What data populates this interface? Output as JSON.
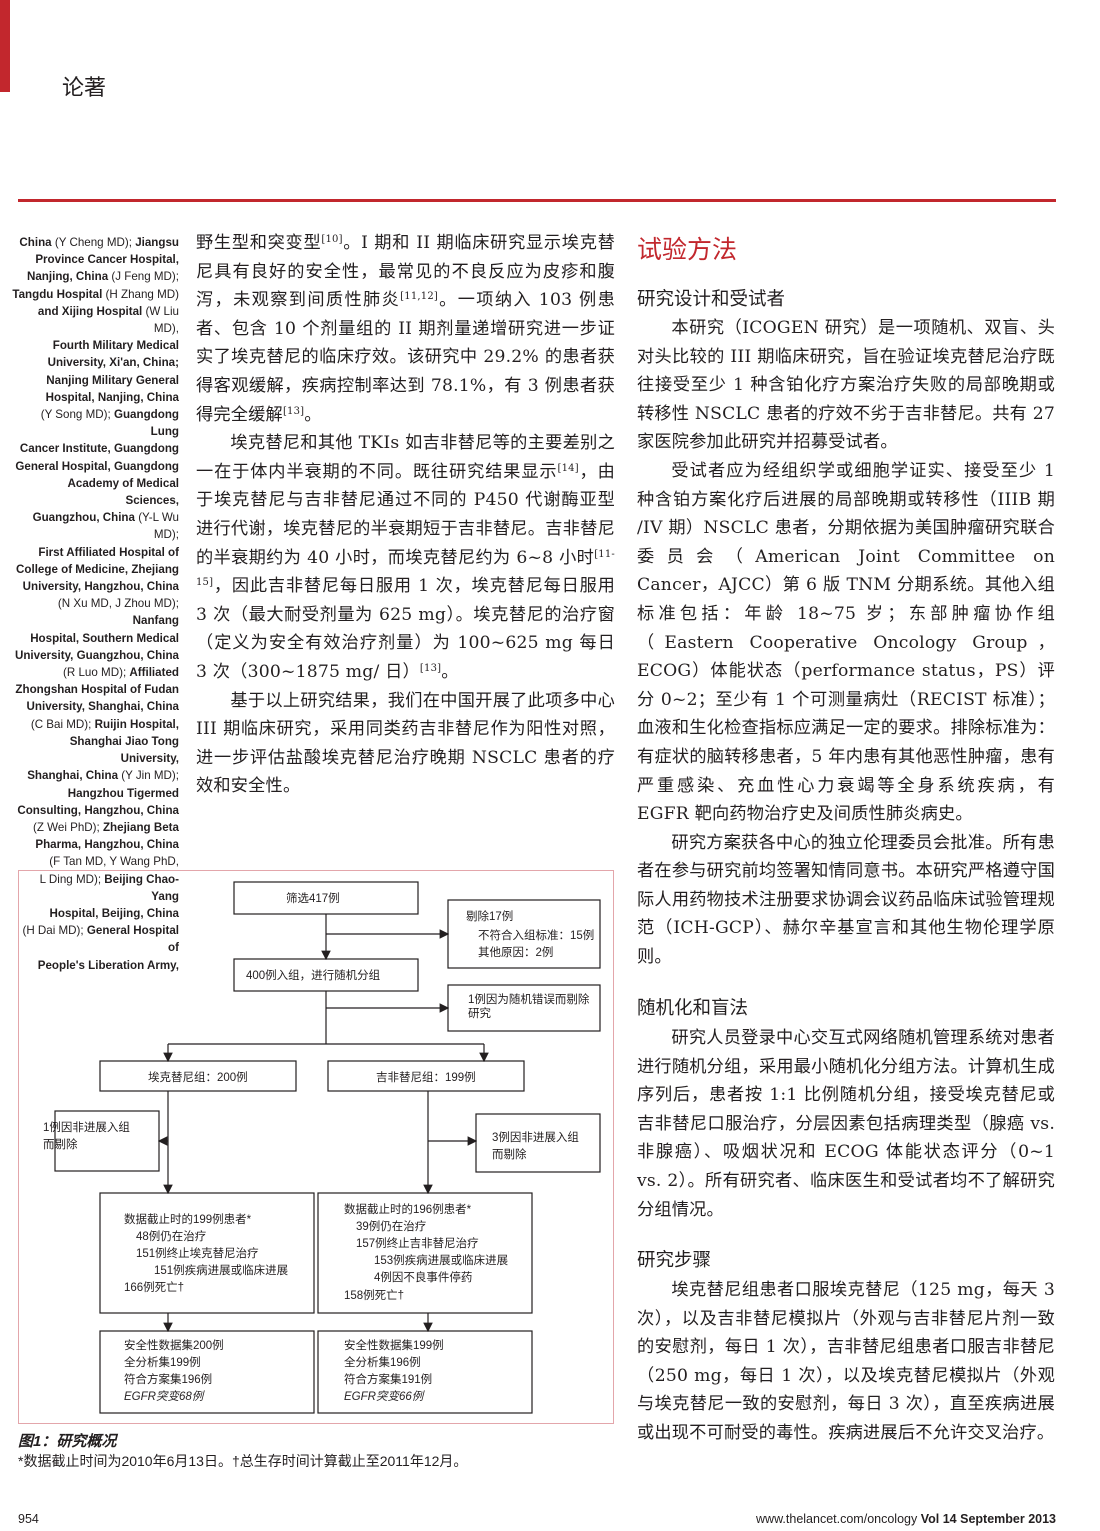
{
  "header": {
    "section": "论著"
  },
  "sidebar": {
    "lines": [
      {
        "t": "China",
        "r": " (Y Cheng MD); ",
        "b2": "Jiangsu"
      },
      {
        "t": "Province Cancer Hospital,"
      },
      {
        "t": "Nanjing, China",
        "r": " (J Feng MD);"
      },
      {
        "t": "Tangdu Hospital",
        "r": " (H Zhang MD)"
      },
      {
        "t": "and Xijing Hospital",
        "r": " (W Liu MD),"
      },
      {
        "t": "Fourth Military Medical"
      },
      {
        "t": "University, Xi'an, China;"
      },
      {
        "t": "Nanjing Military General"
      },
      {
        "t": "Hospital, Nanjing, China"
      },
      {
        "p": "(Y Song MD); ",
        "t": "Guangdong Lung"
      },
      {
        "t": "Cancer Institute, Guangdong"
      },
      {
        "t": "General Hospital, Guangdong"
      },
      {
        "t": "Academy of Medical Sciences,"
      },
      {
        "t": "Guangzhou, China",
        "r": " (Y-L Wu MD);"
      },
      {
        "t": "First Affiliated Hospital of"
      },
      {
        "t": "College of Medicine, Zhejiang"
      },
      {
        "t": "University, Hangzhou, China"
      },
      {
        "p": "(N Xu MD, J Zhou MD); ",
        "t": "Nanfang"
      },
      {
        "t": "Hospital, Southern Medical"
      },
      {
        "t": "University, Guangzhou, China"
      },
      {
        "p": "(R Luo MD); ",
        "t": "Affiliated"
      },
      {
        "t": "Zhongshan Hospital of Fudan"
      },
      {
        "t": "University, Shanghai, China"
      },
      {
        "p": "(C Bai MD); ",
        "t": "Ruijin Hospital,"
      },
      {
        "t": "Shanghai Jiao Tong University,"
      },
      {
        "t": "Shanghai, China",
        "r": " (Y Jin MD);"
      },
      {
        "t": "Hangzhou Tigermed"
      },
      {
        "t": "Consulting, Hangzhou, China"
      },
      {
        "p": "(Z Wei PhD); ",
        "t": "Zhejiang Beta"
      },
      {
        "t": "Pharma, Hangzhou, China"
      },
      {
        "p": "(F Tan MD, Y Wang PhD,"
      },
      {
        "p": "L Ding MD); ",
        "t": "Beijing Chao-Yang"
      },
      {
        "t": "Hospital, Beijing, China"
      },
      {
        "p": "(H Dai MD); ",
        "t": "General Hospital of"
      },
      {
        "t": "People's Liberation Army,"
      }
    ]
  },
  "col1": {
    "p1a": "野生型和突变型",
    "p1a_ref": "[10]",
    "p1b": "。I 期和 II 期临床研究显示埃克替尼具有良好的安全性，最常见的不良反应为皮疹和腹泻，未观察到间质性肺炎",
    "p1b_ref": "[11,12]",
    "p1c": "。一项纳入 103 例患者、包含 10 个剂量组的 II 期剂量递增研究进一步证实了埃克替尼的临床疗效。该研究中 29.2% 的患者获得客观缓解，疾病控制率达到 78.1%，有 3 例患者获得完全缓解",
    "p1c_ref": "[13]",
    "p1d": "。",
    "p2a": "埃克替尼和其他 TKIs 如吉非替尼等的主要差别之一在于体内半衰期的不同。既往研究结果显示",
    "p2a_ref": "[14]",
    "p2b": "，由于埃克替尼与吉非替尼通过不同的 P450 代谢酶亚型进行代谢，埃克替尼的半衰期短于吉非替尼。吉非替尼的半衰期约为 40 小时，而埃克替尼约为 6~8 小时",
    "p2b_ref": "[11-15]",
    "p2c": "，因此吉非替尼每日服用 1 次，埃克替尼每日服用 3 次（最大耐受剂量为 625 mg）。埃克替尼的治疗窗（定义为安全有效治疗剂量）为 100~625 mg 每日 3 次（300~1875 mg/ 日）",
    "p2c_ref": "[13]",
    "p2d": "。",
    "p3": "基于以上研究结果，我们在中国开展了此项多中心 III 期临床研究，采用同类药吉非替尼作为阳性对照，进一步评估盐酸埃克替尼治疗晚期 NSCLC 患者的疗效和安全性。"
  },
  "col2": {
    "h_methods": "试验方法",
    "h_design": "研究设计和受试者",
    "design_p1": "本研究（ICOGEN 研究）是一项随机、双盲、头对头比较的 III 期临床研究，旨在验证埃克替尼治疗既往接受至少 1 种含铂化疗方案治疗失败的局部晚期或转移性 NSCLC 患者的疗效不劣于吉非替尼。共有 27 家医院参加此研究并招募受试者。",
    "design_p2": "受试者应为经组织学或细胞学证实、接受至少 1 种含铂方案化疗后进展的局部晚期或转移性（IIIB 期 /IV 期）NSCLC 患者，分期依据为美国肿瘤研究联合委员会（American Joint Committee on Cancer，AJCC）第 6 版 TNM 分期系统。其他入组标准包括：年龄 18~75 岁；东部肿瘤协作组（Eastern Cooperative Oncology Group，ECOG）体能状态（performance status，PS）评分 0~2；至少有 1 个可测量病灶（RECIST 标准）；血液和生化检查指标应满足一定的要求。排除标准为：有症状的脑转移患者，5 年内患有其他恶性肿瘤，患有严重感染、充血性心力衰竭等全身系统疾病，有 EGFR 靶向药物治疗史及间质性肺炎病史。",
    "design_p3": "研究方案获各中心的独立伦理委员会批准。所有患者在参与研究前均签署知情同意书。本研究严格遵守国际人用药物技术注册要求协调会议药品临床试验管理规范（ICH-GCP）、赫尔辛基宣言和其他生物伦理学原则。",
    "h_random": "随机化和盲法",
    "random_p1": "研究人员登录中心交互式网络随机管理系统对患者进行随机分组，采用最小随机化分组方法。计算机生成序列后，患者按 1:1 比例随机分组，接受埃克替尼或吉非替尼口服治疗，分层因素包括病理类型（腺癌 vs. 非腺癌）、吸烟状况和 ECOG 体能状态评分（0~1 vs. 2）。所有研究者、临床医生和受试者均不了解研究分组情况。",
    "h_steps": "研究步骤",
    "steps_p1": "埃克替尼组患者口服埃克替尼（125 mg，每天 3 次），以及吉非替尼模拟片（外观与吉非替尼片剂一致的安慰剂，每日 1 次），吉非替尼组患者口服吉非替尼（250 mg，每日 1 次），以及埃克替尼模拟片（外观与埃克替尼一致的安慰剂，每日 3 次），直至疾病进展或出现不可耐受的毒性。疾病进展后不允许交叉治疗。"
  },
  "figure": {
    "screen": "筛选417例",
    "excluded_title": "剔除17例",
    "excluded_l1": "不符合入组标准：15例",
    "excluded_l2": "其他原因：2例",
    "enrolled": "400例入组，进行随机分组",
    "rand_error_l1": "1例因为随机错误而剔除",
    "rand_error_l2": "研究",
    "arm_a": "埃克替尼组：200例",
    "arm_b": "吉非替尼组：199例",
    "a_excl_l1": "1例因非进展入组",
    "a_excl_l2": "而剔除",
    "b_excl_l1": "3例因非进展入组",
    "b_excl_l2": "而剔除",
    "a_cut": [
      "数据截止时的199例患者*",
      "48例仍在治疗",
      "151例终止埃克替尼治疗",
      "151例疾病进展或临床进展",
      "166例死亡†"
    ],
    "b_cut": [
      "数据截止时的196例患者*",
      "39例仍在治疗",
      "157例终止吉非替尼治疗",
      "153例疾病进展或临床进展",
      "4例因不良事件停药",
      "158例死亡†"
    ],
    "a_sets": [
      "安全性数据集200例",
      "全分析集199例",
      "符合方案集196例",
      "EGFR突变68例"
    ],
    "b_sets": [
      "安全性数据集199例",
      "全分析集196例",
      "符合方案集191例",
      "EGFR突变66例"
    ]
  },
  "fig_caption": "图1：研究概况",
  "fig_note": "*数据截止时间为2010年6月13日。†总生存时间计算截止至2011年12月。",
  "footer": {
    "page": "954",
    "url": "www.thelancet.com/oncology",
    "vol": "Vol 14",
    "date": "September 2013"
  }
}
